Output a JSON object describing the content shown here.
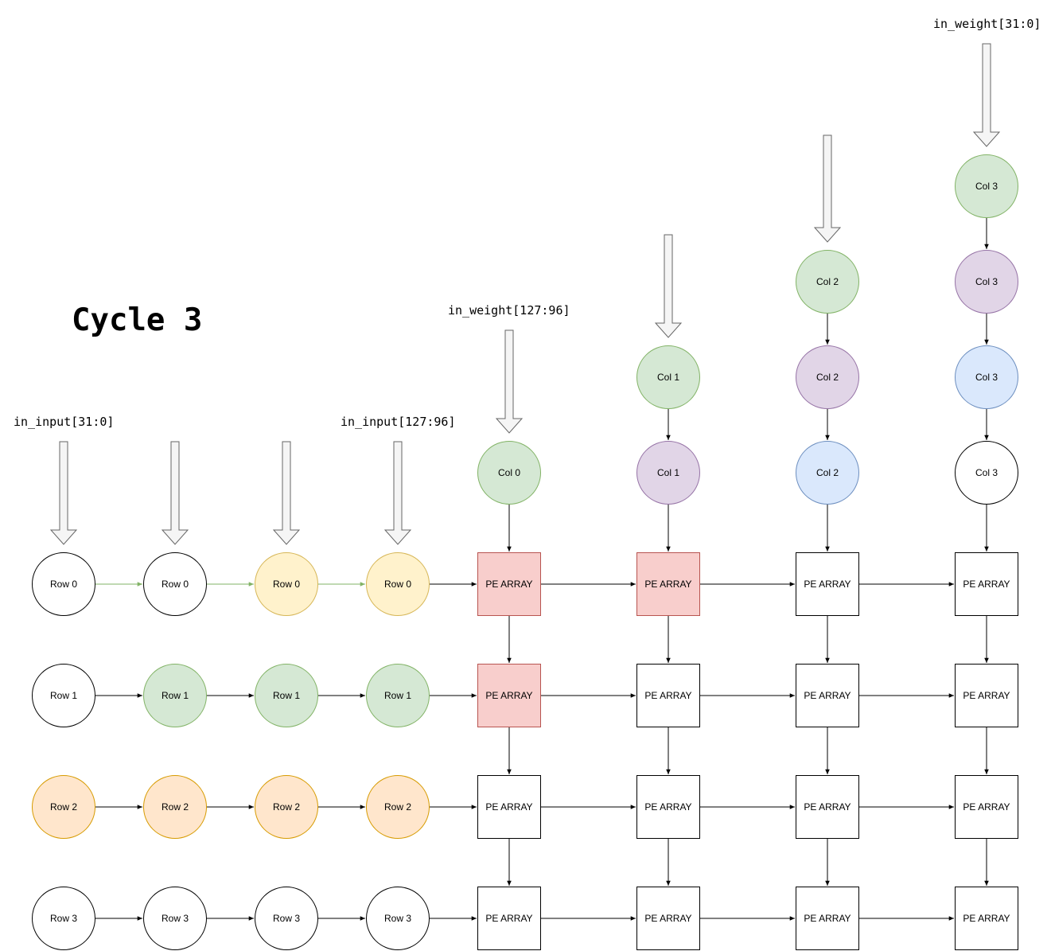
{
  "title": "Cycle 3",
  "colors": {
    "green_fill": "#d5e8d4",
    "green_stroke": "#82b366",
    "yellow_fill": "#fff2cc",
    "yellow_stroke": "#d6b656",
    "orange_fill": "#ffe6cc",
    "orange_stroke": "#d79b00",
    "purple_fill": "#e1d5e7",
    "purple_stroke": "#9673a6",
    "blue_fill": "#dae8fc",
    "blue_stroke": "#6c8ebf",
    "red_fill": "#f8cecc",
    "red_stroke": "#b85450",
    "white_fill": "#ffffff",
    "black_stroke": "#000000"
  },
  "labels": {
    "in_input_first": "in_input[31:0]",
    "in_input_last": "in_input[127:96]",
    "in_weight_first": "in_weight[127:96]",
    "in_weight_last": "in_weight[31:0]"
  },
  "pe_label": "PE ARRAY",
  "input_rows": [
    {
      "label": "Row 0",
      "colors": [
        "white",
        "white",
        "yellow",
        "yellow"
      ]
    },
    {
      "label": "Row 1",
      "colors": [
        "white",
        "green",
        "green",
        "green"
      ]
    },
    {
      "label": "Row 2",
      "colors": [
        "orange",
        "orange",
        "orange",
        "orange"
      ]
    },
    {
      "label": "Row 3",
      "colors": [
        "white",
        "white",
        "white",
        "white"
      ]
    }
  ],
  "weight_columns": [
    {
      "label": "Col 0",
      "stack": [
        "green"
      ]
    },
    {
      "label": "Col 1",
      "stack": [
        "purple",
        "green"
      ]
    },
    {
      "label": "Col 2",
      "stack": [
        "blue",
        "purple",
        "green"
      ]
    },
    {
      "label": "Col 3",
      "stack": [
        "white",
        "blue",
        "purple",
        "green"
      ]
    }
  ],
  "pe_grid": [
    [
      "red",
      "red",
      "white",
      "white"
    ],
    [
      "red",
      "white",
      "white",
      "white"
    ],
    [
      "white",
      "white",
      "white",
      "white"
    ],
    [
      "white",
      "white",
      "white",
      "white"
    ]
  ],
  "row0_link_color": "green"
}
